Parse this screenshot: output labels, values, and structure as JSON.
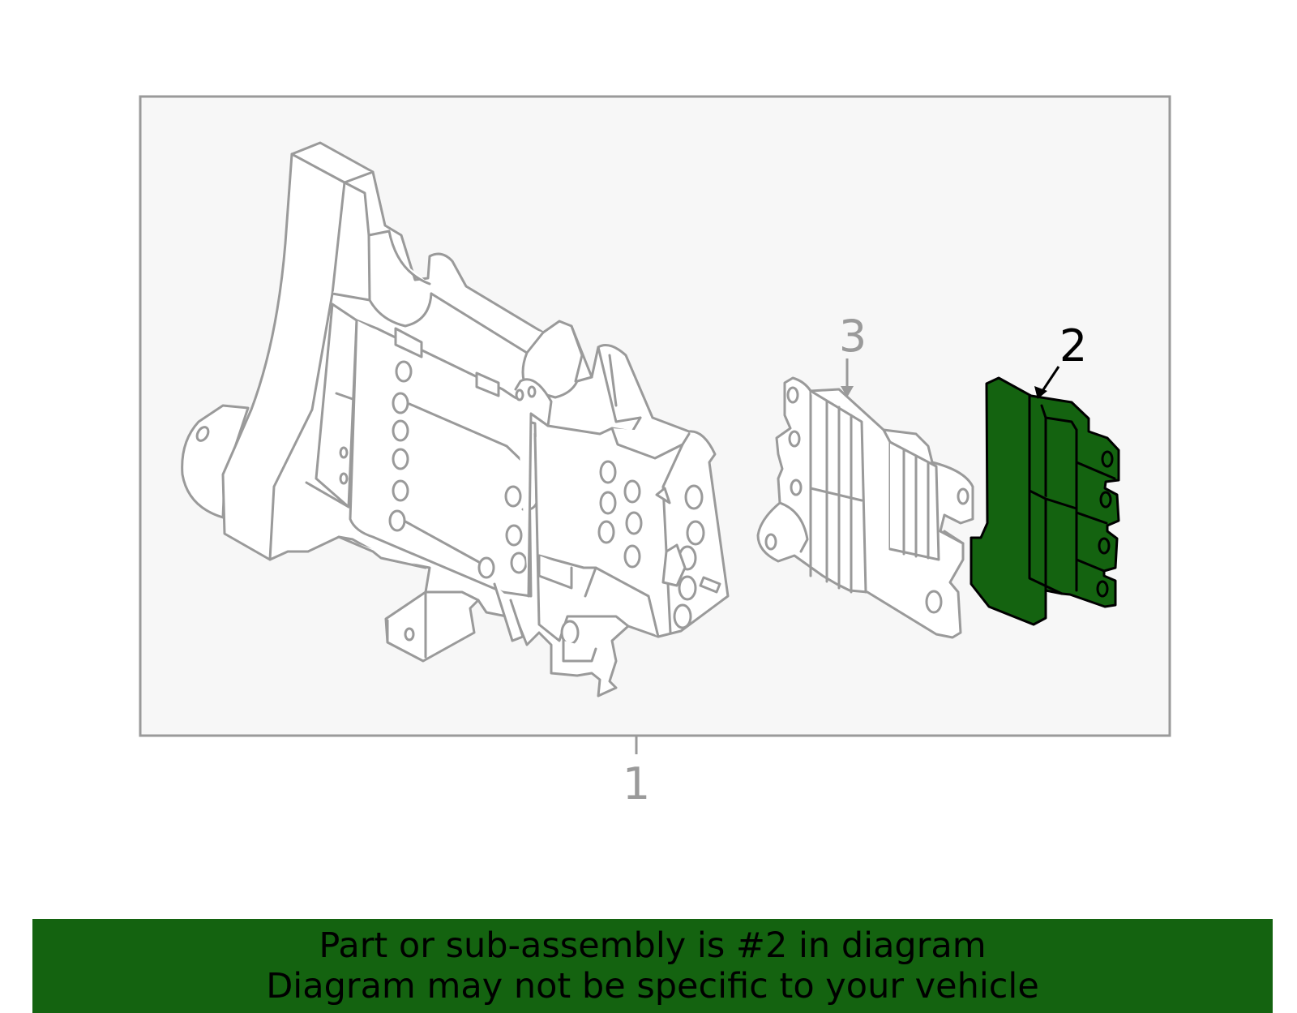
{
  "diagram": {
    "callouts": [
      {
        "id": "1",
        "label": "1",
        "highlighted": false
      },
      {
        "id": "2",
        "label": "2",
        "highlighted": true
      },
      {
        "id": "3",
        "label": "3",
        "highlighted": false
      }
    ],
    "highlight_color": "#146310",
    "line_color": "#9a9a9a",
    "frame_fill": "#f7f7f7"
  },
  "banner": {
    "line1": "Part or sub-assembly is #2 in diagram",
    "line2": "Diagram may not be specific to your vehicle",
    "color": "#146310"
  }
}
